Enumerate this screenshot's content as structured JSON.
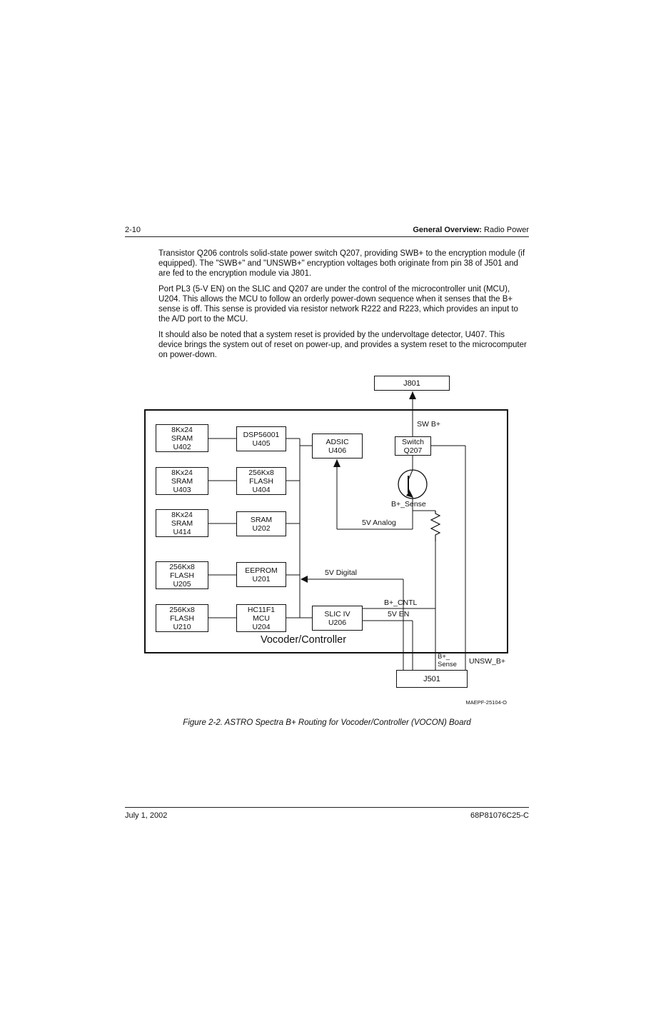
{
  "header": {
    "page_number": "2-10",
    "section_bold": "General Overview:",
    "section_rest": " Radio Power"
  },
  "paragraphs": {
    "p1": "Transistor Q206 controls solid-state power switch Q207, providing SWB+ to the encryption module (if equipped). The \"SWB+\" and \"UNSWB+\" encryption voltages both originate from pin 38 of J501 and are fed to the encryption module via J801.",
    "p2": "Port PL3 (5-V EN) on the SLIC and Q207 are under the control of the microcontroller unit (MCU), U204. This allows the MCU to follow an orderly power-down sequence when it senses that the B+ sense is off. This sense is provided via resistor network R222 and R223, which provides an input to the A/D port to the MCU.",
    "p3": "It should also be noted that a system reset is provided by the undervoltage detector, U407. This device brings the system out of reset on power-up, and provides a system reset to the microcomputer on power-down."
  },
  "figure": {
    "caption": "Figure 2-2.  ASTRO Spectra B+ Routing for Vocoder/Controller (VOCON) Board",
    "doc_code": "MAEPF-25104-O",
    "boxes": {
      "j801": "J801",
      "j501": "J501",
      "u402": "8Kx24\nSRAM\nU402",
      "u403": "8Kx24\nSRAM\nU403",
      "u414": "8Kx24\nSRAM\nU414",
      "u205": "256Kx8\nFLASH\nU205",
      "u210": "256Kx8\nFLASH\nU210",
      "u405": "DSP56001\nU405",
      "u404": "256Kx8\nFLASH\nU404",
      "u202": "SRAM\nU202",
      "u201": "EEPROM\nU201",
      "u204": "HC11F1\nMCU\nU204",
      "adsic": "ADSIC\nU406",
      "switch": "Switch\nQ207",
      "slic": "SLIC IV\nU206"
    },
    "labels": {
      "sw_b": "SW B+",
      "b_sense": "B+_Sense",
      "v_analog": "5V Analog",
      "v_digital": "5V Digital",
      "b_cntl": "B+_CNTL",
      "v_en": "5V EN",
      "vocoder": "Vocoder/Controller",
      "b_sense2": "B+_\nSense",
      "unsw": "UNSW_B+"
    }
  },
  "footer": {
    "date": "July 1, 2002",
    "doc_number": "68P81076C25-C"
  }
}
